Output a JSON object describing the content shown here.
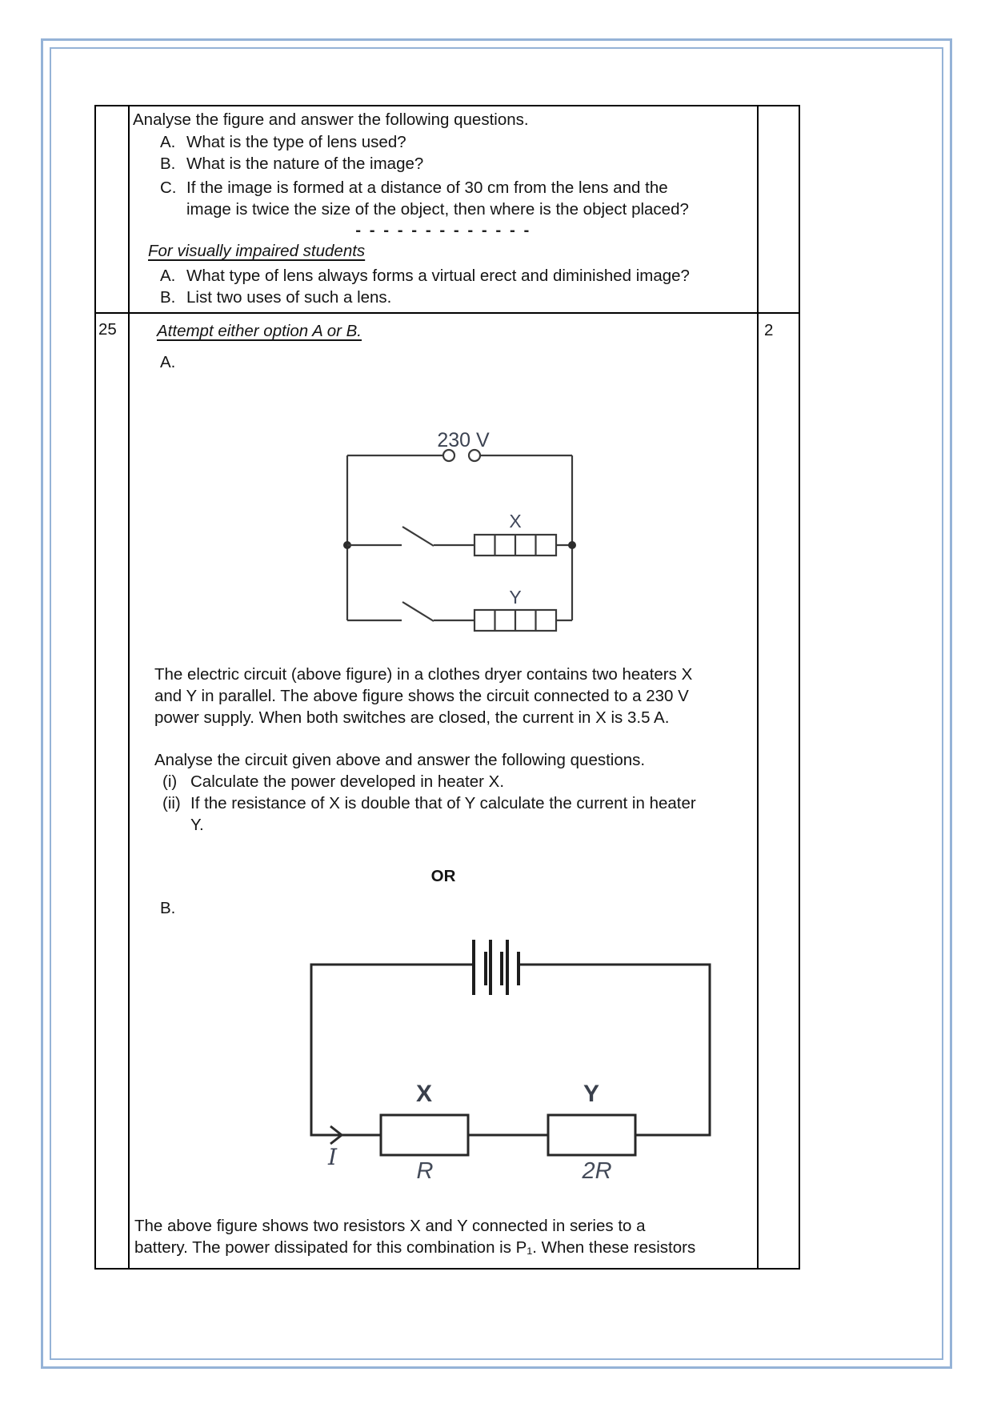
{
  "document": {
    "q24_row": {
      "intro": "Analyse the figure and answer the following questions.",
      "items": [
        {
          "marker": "A.",
          "text": "What is the type of lens used?"
        },
        {
          "marker": "B.",
          "text": "What is the nature of the image?"
        },
        {
          "marker": "C.",
          "text": "If the image is formed at a distance of 30 cm from the lens and the\nimage is twice the size of the object, then where is the object placed?"
        }
      ],
      "separator": "- - - - - - - - - - - - -",
      "vi_heading": "For visually impaired students",
      "vi_items": [
        {
          "marker": "A.",
          "text": "What type of lens always forms a virtual erect and diminished image?"
        },
        {
          "marker": "B.",
          "text": "List two uses of such a lens."
        }
      ]
    },
    "q25_row": {
      "number": "25",
      "marks": "2",
      "heading": "Attempt either option A or B.",
      "option_a_label": "A.",
      "circuit_a": {
        "supply_label": "230 V",
        "heater_x_label": "X",
        "heater_y_label": "Y"
      },
      "para1": "The electric circuit (above figure) in a clothes dryer contains two heaters X\nand Y in parallel. The above figure shows the circuit connected to a 230 V\npower supply. When both switches are closed, the current in X is 3.5 A.",
      "para2": "Analyse the circuit given above and answer the following questions.",
      "sub_items": [
        {
          "marker": "(i)",
          "text": "Calculate the power developed in heater X."
        },
        {
          "marker": "(ii)",
          "text": "If the resistance of X is double that of Y calculate the current in heater\nY."
        }
      ],
      "or_label": "OR",
      "option_b_label": "B.",
      "circuit_b": {
        "resistor_x_label": "X",
        "resistor_y_label": "Y",
        "current_label": "I",
        "resistance_x_value": "R",
        "resistance_y_value": "2R"
      },
      "para3": "The above figure shows two resistors X and Y connected in series to a\nbattery. The power dissipated for this combination is P₁. When these resistors"
    }
  },
  "colors": {
    "frame_blue": "#95b3d7",
    "table_border": "#000000",
    "circuit_line": "#3a3a3a",
    "label_slate": "#40475a"
  }
}
